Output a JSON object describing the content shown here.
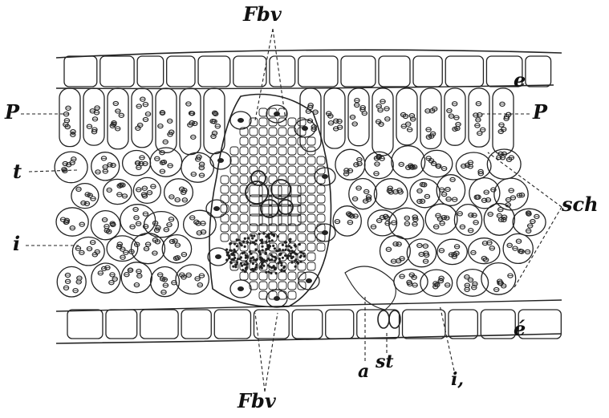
{
  "figure": {
    "labels": {
      "fbv_top": "Fbv",
      "fbv_bottom": "Fbv",
      "e_upper": "e",
      "e_lower": "é",
      "p_left": "P",
      "p_right": "P",
      "t": "t",
      "sch": "sch",
      "i_left": "i",
      "i_bottom": "i,",
      "a": "a",
      "st": "st"
    },
    "colors": {
      "ink": "#222222",
      "paper": "#ffffff"
    }
  }
}
